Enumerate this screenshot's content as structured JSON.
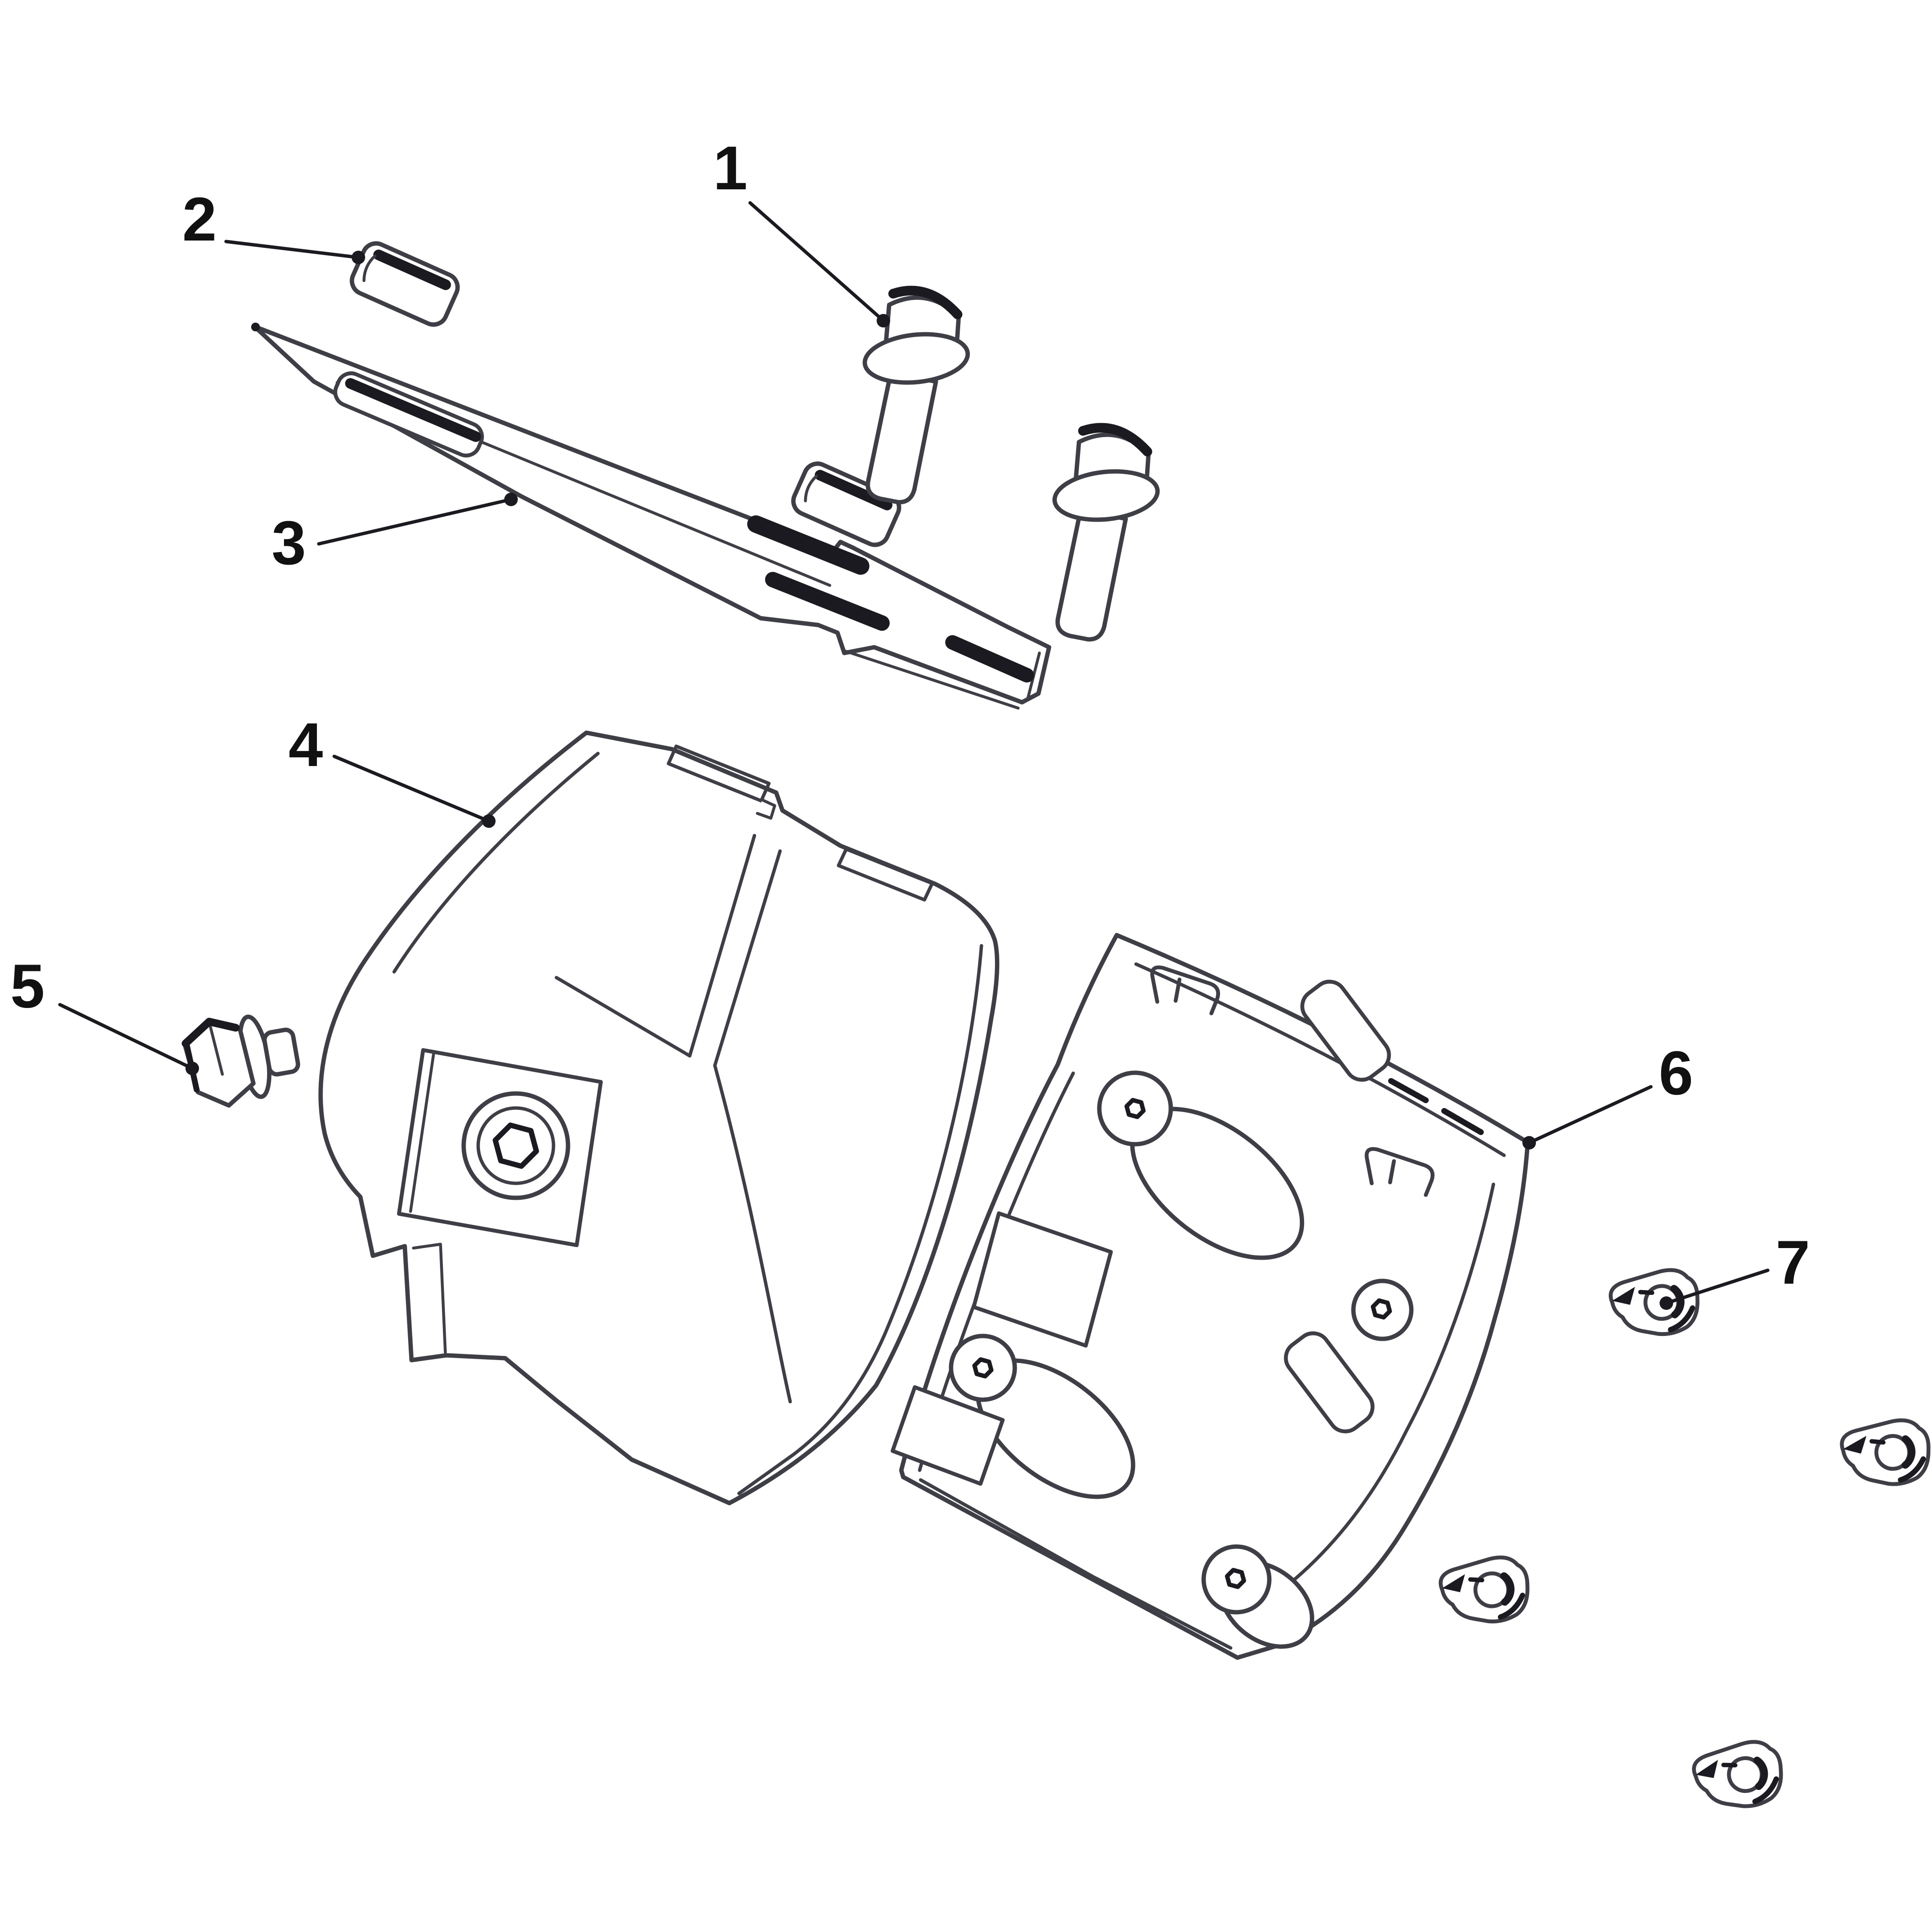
{
  "diagram": {
    "colors": {
      "background": "#ffffff",
      "ink": "#3e3e46",
      "ink_dark": "#1a1a20",
      "label": "#111111"
    },
    "callouts": [
      {
        "label": "1"
      },
      {
        "label": "2"
      },
      {
        "label": "3"
      },
      {
        "label": "4"
      },
      {
        "label": "5"
      },
      {
        "label": "6"
      },
      {
        "label": "7"
      }
    ]
  }
}
